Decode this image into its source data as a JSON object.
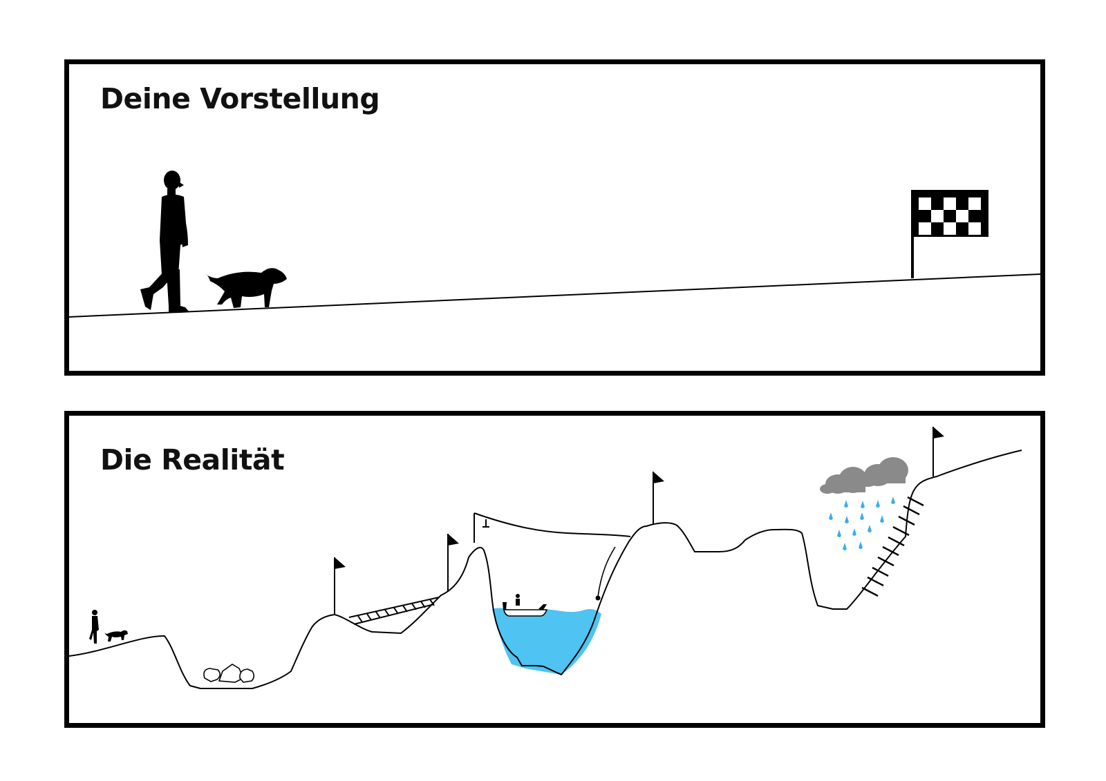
{
  "panels": {
    "imagination": {
      "title": "Deine Vorstellung"
    },
    "reality": {
      "title": "Die Realität"
    }
  },
  "colors": {
    "frame": "#000000",
    "silhouette": "#000000",
    "water": "#4fc3f2",
    "cloud": "#8a8a8a",
    "rain": "#3aaee8",
    "background": "#ffffff"
  },
  "icons": {
    "man": "walking-man-silhouette",
    "dog": "dog-silhouette",
    "finish": "checkered-flag",
    "flag": "pennant-flag",
    "weather": "rain-cloud"
  }
}
